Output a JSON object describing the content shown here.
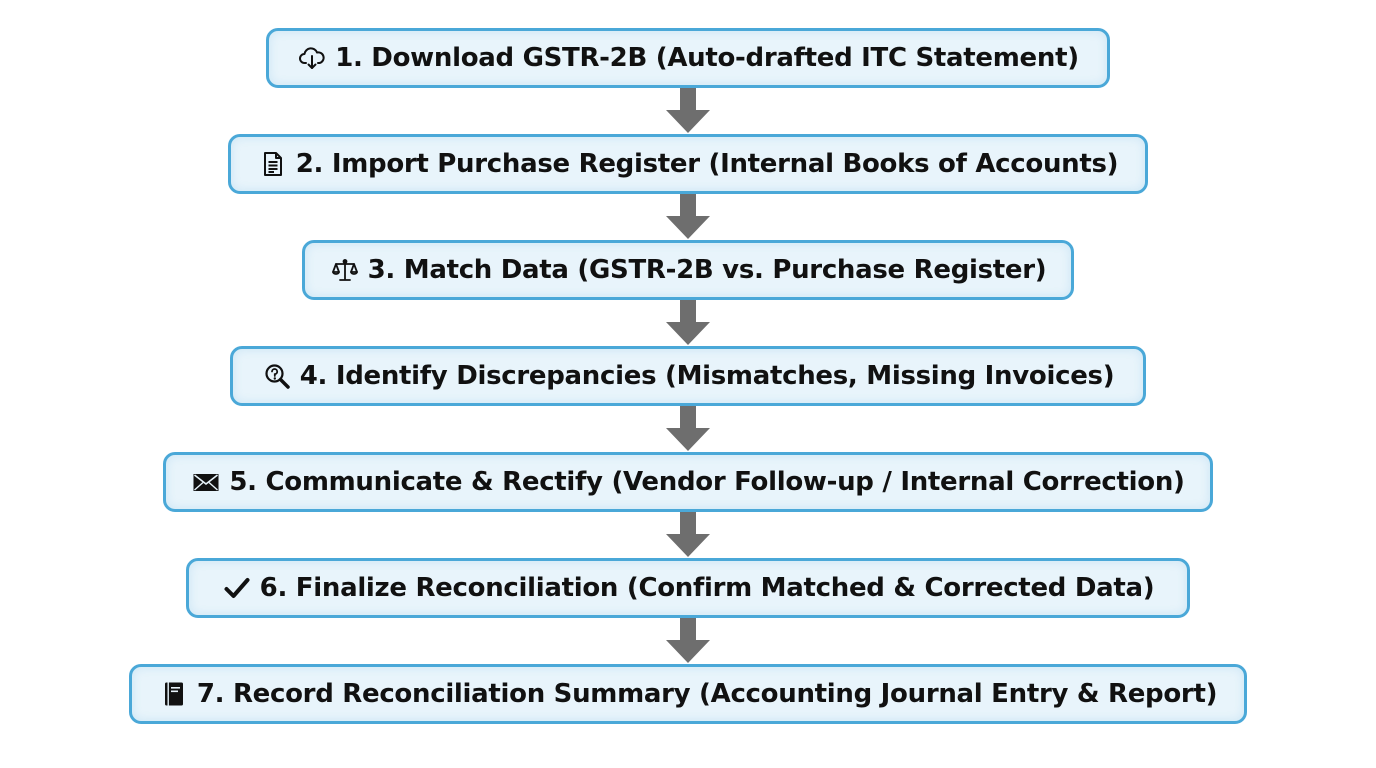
{
  "flow": {
    "steps": [
      {
        "icon": "cloud-download-icon",
        "label": "1. Download GSTR-2B (Auto-drafted ITC Statement)"
      },
      {
        "icon": "document-icon",
        "label": "2. Import Purchase Register (Internal Books of Accounts)"
      },
      {
        "icon": "balance-scale-icon",
        "label": "3. Match Data (GSTR-2B vs. Purchase Register)"
      },
      {
        "icon": "magnifier-question-icon",
        "label": "4. Identify Discrepancies (Mismatches, Missing Invoices)"
      },
      {
        "icon": "envelope-icon",
        "label": "5. Communicate & Rectify (Vendor Follow-up / Internal Correction)"
      },
      {
        "icon": "checkmark-icon",
        "label": "6. Finalize Reconciliation (Confirm Matched & Corrected Data)"
      },
      {
        "icon": "book-icon",
        "label": "7. Record Reconciliation Summary (Accounting Journal Entry & Report)"
      }
    ]
  },
  "colors": {
    "box_border": "#4aa8d8",
    "box_fill": "#e8f4fb",
    "arrow": "#6e6e6e",
    "text": "#111111"
  }
}
